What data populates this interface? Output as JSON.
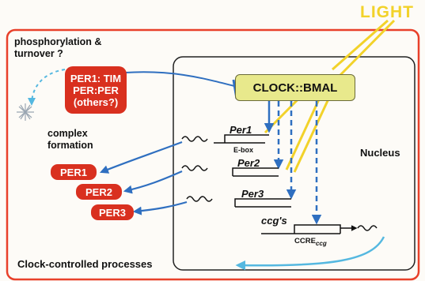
{
  "light_label": "LIGHT",
  "phosphorylation_label_line1": "phosphorylation &",
  "phosphorylation_label_line2": "turnover ?",
  "complex_box": {
    "line1": "PER1: TIM",
    "line2": "PER:PER",
    "line3": "(others?)"
  },
  "complex_formation_line1": "complex",
  "complex_formation_line2": "formation",
  "per_proteins": [
    "PER1",
    "PER2",
    "PER3"
  ],
  "clock_bmal_label": "CLOCK::BMAL",
  "nucleus_label": "Nucleus",
  "genes": {
    "per1": "Per1",
    "per1_element": "E-box",
    "per2": "Per2",
    "per3": "Per3",
    "ccgs": "ccg's",
    "ccre_main": "CCRE",
    "ccre_sub": "ccg"
  },
  "clock_controlled_label": "Clock-controlled processes",
  "colors": {
    "outer_frame": "#e8402a",
    "red_box": "#d9301f",
    "arrow_blue": "#2f6fc0",
    "arrow_cyan": "#55b8e0",
    "light_yellow": "#f2d22a",
    "clock_fill": "#e8e98c"
  }
}
